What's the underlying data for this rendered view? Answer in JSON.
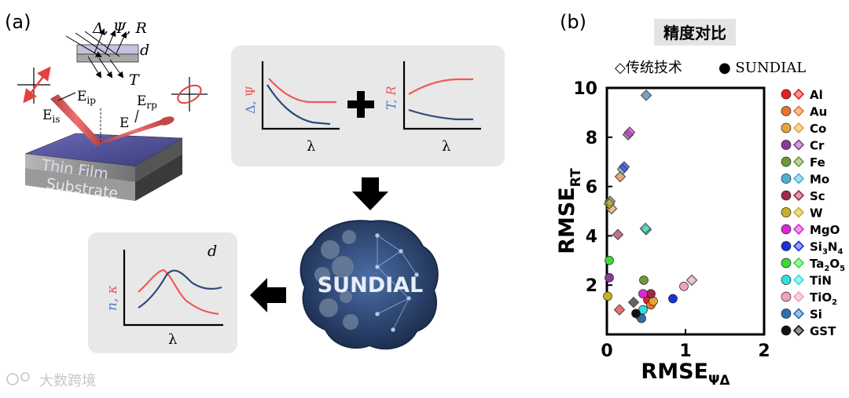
{
  "panel_a": {
    "label": "(a)",
    "setup": {
      "measured_top": "Δ, Ψ, R",
      "thickness": "d",
      "transmitted": "T",
      "e_ip": "E",
      "e_ip_sub": "ip",
      "e_is": "E",
      "e_is_sub": "is",
      "e_rp": "E",
      "e_rp_sub": "rp",
      "e_rs": "E",
      "film_label": "Thin Film",
      "substrate_label": "Substrate"
    },
    "input_plot_1": {
      "ylabel_a": "Δ",
      "sep": ", ",
      "ylabel_b": "Ψ",
      "xlabel": "λ"
    },
    "plus": "+",
    "input_plot_2": {
      "ylabel_a": "T",
      "sep": ", ",
      "ylabel_b": "R",
      "xlabel": "λ"
    },
    "model_label": "SUNDIAL",
    "output_plot": {
      "ylabel_a": "n",
      "sep": ", ",
      "ylabel_b": "κ",
      "xlabel": "λ",
      "corner": "d"
    },
    "colors": {
      "red": "#f05a5a",
      "blue": "#2e4a7a",
      "box": "#e8e8e8"
    }
  },
  "panel_b": {
    "label": "(b)",
    "title": "精度对比",
    "legend_hollow": "◇传统技术",
    "legend_filled": "● SUNDIAL",
    "chart_data": {
      "type": "scatter",
      "xlabel": "RMSE",
      "xlabel_sub": "ΨΔ",
      "ylabel": "RMSE",
      "ylabel_sub": "RT",
      "xlim": [
        0,
        2
      ],
      "ylim": [
        0,
        10
      ],
      "xticks": [
        "0",
        "1",
        "2"
      ],
      "yticks": [
        "2",
        "4",
        "6",
        "8",
        "10"
      ],
      "materials": [
        {
          "name": "Al",
          "color": "#e62020"
        },
        {
          "name": "Au",
          "color": "#e8742a"
        },
        {
          "name": "Co",
          "color": "#e8a23a"
        },
        {
          "name": "Cr",
          "color": "#8b3a9a"
        },
        {
          "name": "Fe",
          "color": "#6b9a3a"
        },
        {
          "name": "Mo",
          "color": "#4ab0d8"
        },
        {
          "name": "Sc",
          "color": "#a0284a"
        },
        {
          "name": "W",
          "color": "#c8b020"
        },
        {
          "name": "MgO",
          "color": "#d828d8"
        },
        {
          "name": "Si3N4",
          "color": "#1a30d8"
        },
        {
          "name": "Ta2O5",
          "color": "#3ad83a"
        },
        {
          "name": "TiN",
          "color": "#30e0e0"
        },
        {
          "name": "TiO2",
          "color": "#f0a0c0"
        },
        {
          "name": "Si",
          "color": "#2a70b0"
        },
        {
          "name": "GST",
          "color": "#111111"
        }
      ],
      "legend_labels": [
        {
          "base": "Al",
          "sub": ""
        },
        {
          "base": "Au",
          "sub": ""
        },
        {
          "base": "Co",
          "sub": ""
        },
        {
          "base": "Cr",
          "sub": ""
        },
        {
          "base": "Fe",
          "sub": ""
        },
        {
          "base": "Mo",
          "sub": ""
        },
        {
          "base": "Sc",
          "sub": ""
        },
        {
          "base": "W",
          "sub": ""
        },
        {
          "base": "MgO",
          "sub": ""
        },
        {
          "base": "Si",
          "sub": "3",
          "base2": "N",
          "sub2": "4"
        },
        {
          "base": "Ta",
          "sub": "2",
          "base2": "O",
          "sub2": "5"
        },
        {
          "base": "TiN",
          "sub": ""
        },
        {
          "base": "TiO",
          "sub": "2"
        },
        {
          "base": "Si",
          "sub": ""
        },
        {
          "base": "GST",
          "sub": ""
        }
      ],
      "series": [
        {
          "name": "传统技术",
          "marker": "diamond",
          "points": [
            {
              "m": "Al",
              "x": 0.16,
              "y": 1.0
            },
            {
              "m": "Au",
              "x": 0.17,
              "y": 6.4
            },
            {
              "m": "Co",
              "x": 0.06,
              "y": 5.1
            },
            {
              "m": "Cr",
              "x": 0.27,
              "y": 8.1
            },
            {
              "m": "Fe",
              "x": 0.04,
              "y": 5.4
            },
            {
              "m": "Mo",
              "x": 0.2,
              "y": 6.7
            },
            {
              "m": "Sc",
              "x": 0.14,
              "y": 4.05
            },
            {
              "m": "W",
              "x": 0.03,
              "y": 5.3
            },
            {
              "m": "MgO",
              "x": 0.29,
              "y": 8.2
            },
            {
              "m": "Si3N4",
              "x": 0.22,
              "y": 6.8
            },
            {
              "m": "Ta2O5",
              "x": 0.5,
              "y": 4.25
            },
            {
              "m": "TiN",
              "x": 0.49,
              "y": 4.3
            },
            {
              "m": "TiO2",
              "x": 1.08,
              "y": 2.2
            },
            {
              "m": "Si",
              "x": 0.5,
              "y": 9.7
            },
            {
              "m": "GST",
              "x": 0.34,
              "y": 1.3
            }
          ]
        },
        {
          "name": "SUNDIAL",
          "marker": "circle",
          "points": [
            {
              "m": "Al",
              "x": 0.52,
              "y": 1.4
            },
            {
              "m": "Au",
              "x": 0.56,
              "y": 1.2
            },
            {
              "m": "Co",
              "x": 0.59,
              "y": 1.35
            },
            {
              "m": "Cr",
              "x": 0.03,
              "y": 2.3
            },
            {
              "m": "Fe",
              "x": 0.47,
              "y": 2.2
            },
            {
              "m": "Mo",
              "x": 0.42,
              "y": 0.75
            },
            {
              "m": "Sc",
              "x": 0.56,
              "y": 1.65
            },
            {
              "m": "W",
              "x": 0.01,
              "y": 1.55
            },
            {
              "m": "MgO",
              "x": 0.46,
              "y": 1.65
            },
            {
              "m": "Si3N4",
              "x": 0.84,
              "y": 1.45
            },
            {
              "m": "Ta2O5",
              "x": 0.03,
              "y": 3.0
            },
            {
              "m": "TiN",
              "x": 0.46,
              "y": 1.0
            },
            {
              "m": "TiO2",
              "x": 0.98,
              "y": 1.95
            },
            {
              "m": "Si",
              "x": 0.44,
              "y": 0.65
            },
            {
              "m": "GST",
              "x": 0.37,
              "y": 0.85
            }
          ]
        }
      ]
    }
  },
  "watermark": "大数跨境"
}
